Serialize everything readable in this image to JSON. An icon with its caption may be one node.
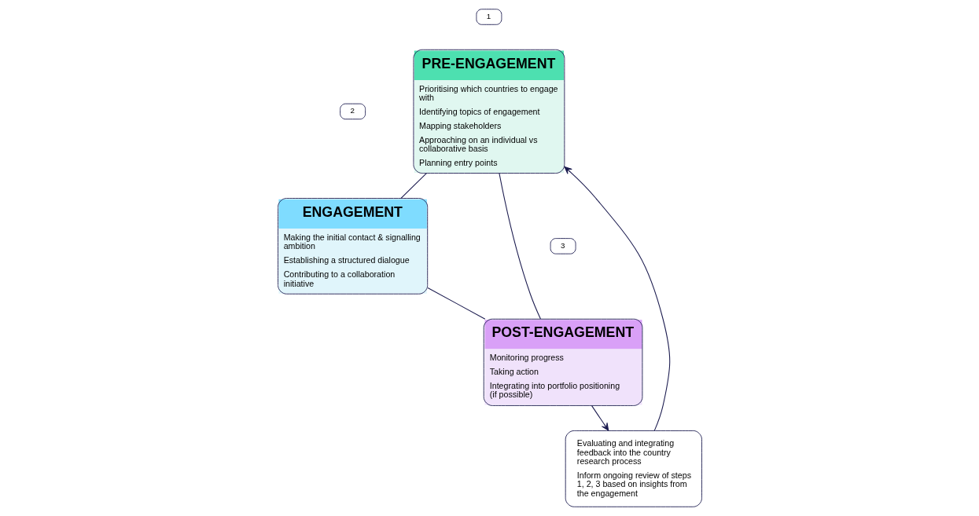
{
  "diagram": {
    "nodes": [
      {
        "text": [
          "1"
        ]
      },
      {
        "text": [
          "PRE-ENGAGEMENT",
          "Prioritising which countries to engage with",
          "Identifying topics of engagement",
          "Mapping stakeholders",
          "Approaching on an individual vs collaborative basis",
          "Planning entry points"
        ]
      },
      {
        "text": [
          "Evaluating and integrating feedback into the country research process",
          "Inform ongoing review of steps 1, 2, 3 based on insights from the engagement"
        ]
      },
      {
        "text": [
          "3"
        ]
      },
      {
        "text": [
          "POST-ENGAGEMENT",
          "Monitoring progress",
          "Taking action",
          "Integrating into portfolio positioning (if possible)"
        ]
      },
      {
        "text": [
          "2"
        ]
      },
      {
        "text": [
          "ENGAGEMENT",
          "Making the initial contact & signalling ambition",
          "Establishing a structured dialogue",
          "Contributing to a collaboration initiative"
        ]
      }
    ],
    "edges": [
      {
        "from": 4,
        "to": 2,
        "arrow": "to"
      },
      {
        "from": 2,
        "to": 1,
        "arrow": "to"
      },
      {
        "from": 1,
        "to": 6,
        "arrow": "none"
      },
      {
        "from": 6,
        "to": 4,
        "arrow": "none"
      },
      {
        "from": 4,
        "to": 1,
        "arrow": "none"
      }
    ]
  }
}
